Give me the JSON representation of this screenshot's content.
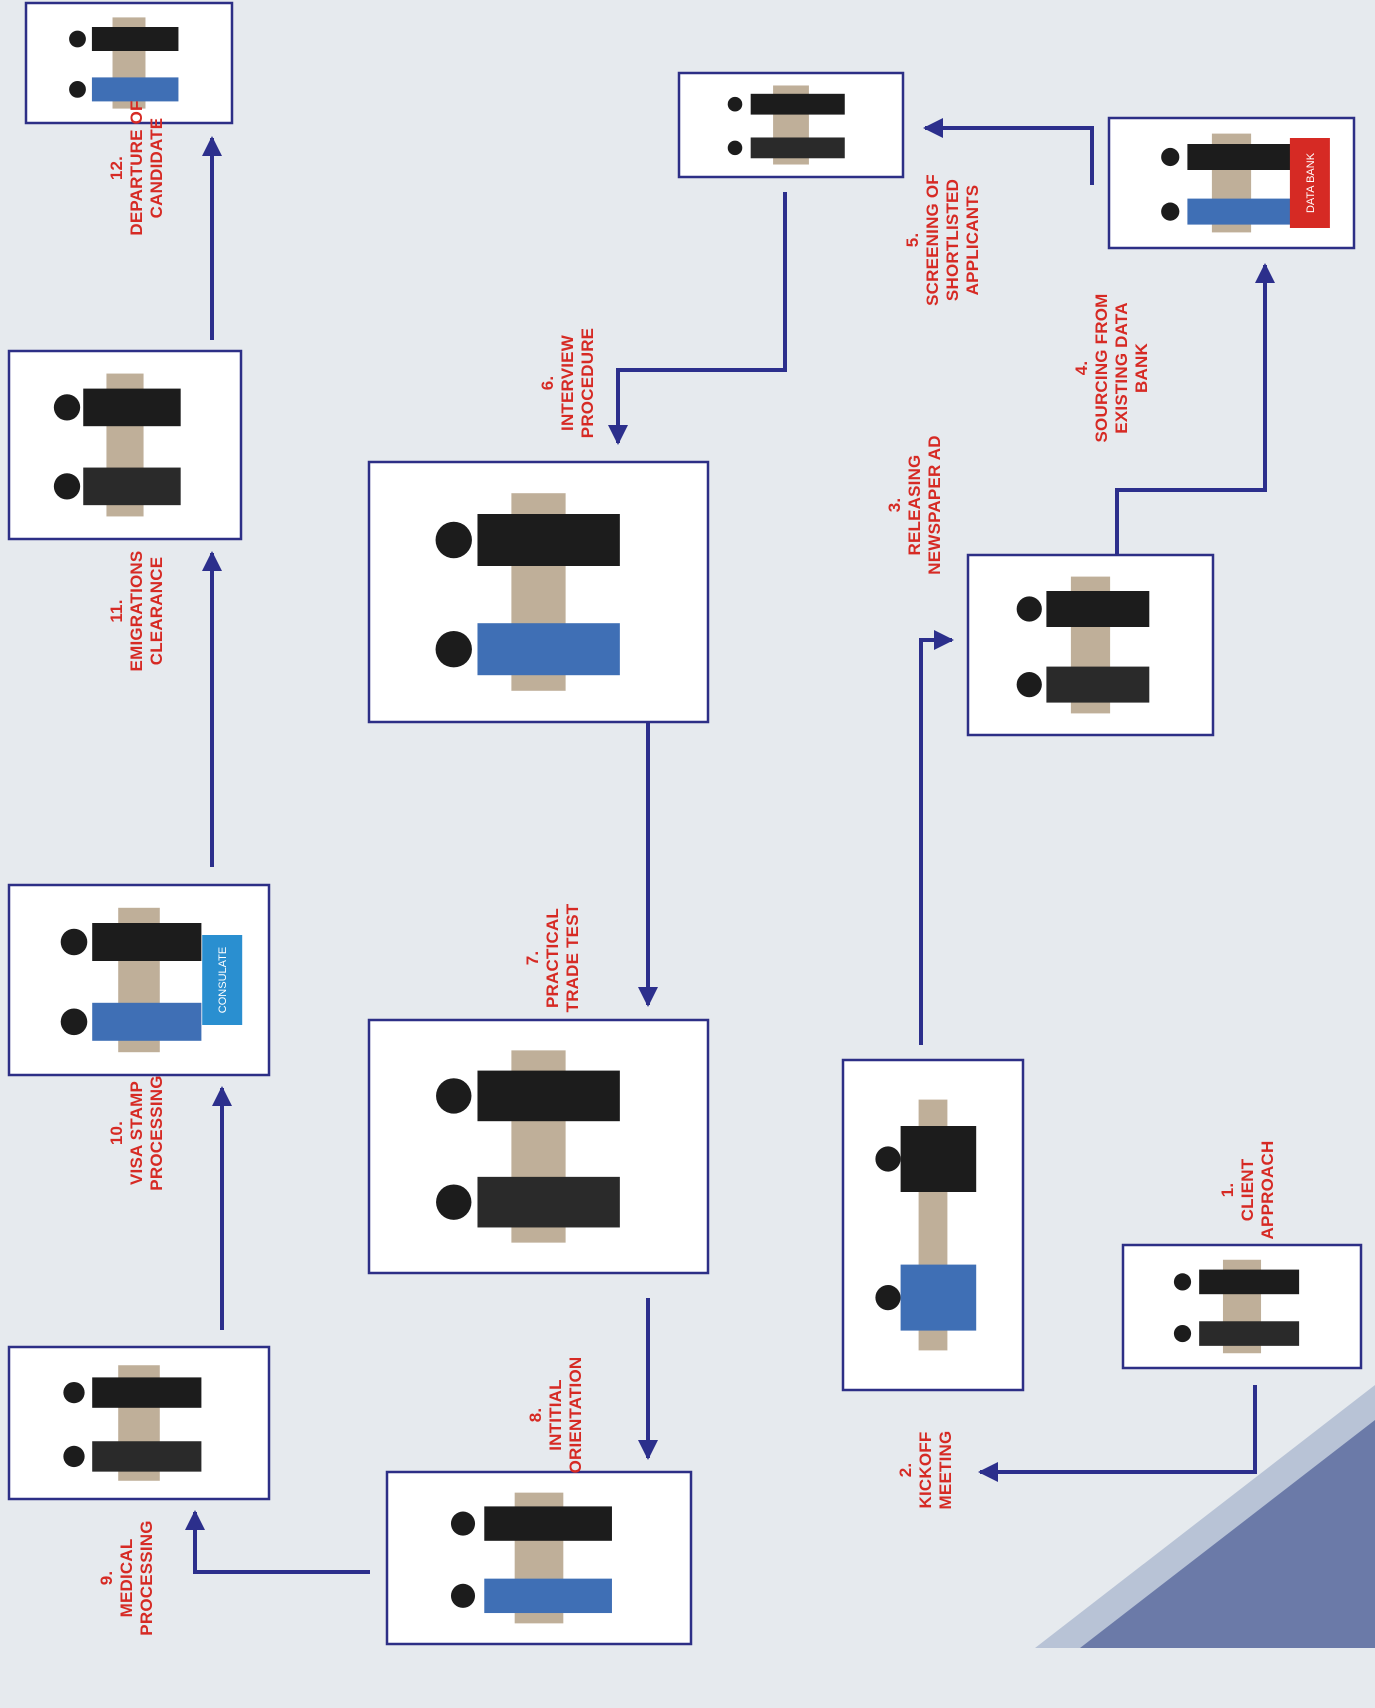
{
  "colors": {
    "background": "#e6eaee",
    "arrow": "#2c2f8c",
    "label": "#d62a24",
    "box_border": "#2d2f86",
    "corner_light": "#b8c3d6",
    "corner_dark": "#6b7aa8"
  },
  "steps": [
    {
      "num": "1.",
      "lines": [
        "CLIENT",
        "APPROACH"
      ],
      "icon": "handshake-icon"
    },
    {
      "num": "2.",
      "lines": [
        "KICKOFF",
        "MEETING"
      ],
      "icon": "meeting-table-icon"
    },
    {
      "num": "3.",
      "lines": [
        "RELEASING",
        "NEWSPAPER AD"
      ],
      "icon": "newspaper-icon"
    },
    {
      "num": "4.",
      "lines": [
        "SOURCING FROM",
        "EXISTING DATA",
        "BANK"
      ],
      "icon": "data-bank-icon",
      "sign": "DATA BANK"
    },
    {
      "num": "5.",
      "lines": [
        "SCREENING OF",
        "SHORTLISTED",
        "APPLICANTS"
      ],
      "icon": "checkmark-icon"
    },
    {
      "num": "6.",
      "lines": [
        "INTERVIEW",
        "PROCEDURE"
      ],
      "icon": "interview-icon"
    },
    {
      "num": "7.",
      "lines": [
        "PRACTICAL",
        "TRADE TEST"
      ],
      "icon": "trade-workers-icon"
    },
    {
      "num": "8.",
      "lines": [
        "INTITIAL",
        "ORIENTATION"
      ],
      "icon": "presentation-icon"
    },
    {
      "num": "9.",
      "lines": [
        "MEDICAL",
        "PROCESSING"
      ],
      "icon": "medical-staff-icon"
    },
    {
      "num": "10.",
      "lines": [
        "VISA STAMP",
        "PROCESSING"
      ],
      "icon": "consulate-icon",
      "sign": "CONSULATE"
    },
    {
      "num": "11.",
      "lines": [
        "EMIGRATIONS",
        "CLEARANCE"
      ],
      "icon": "officer-desk-icon"
    },
    {
      "num": "12.",
      "lines": [
        "DEPARTURE OF",
        "CANDIDATE"
      ],
      "icon": "traveler-luggage-icon"
    }
  ]
}
